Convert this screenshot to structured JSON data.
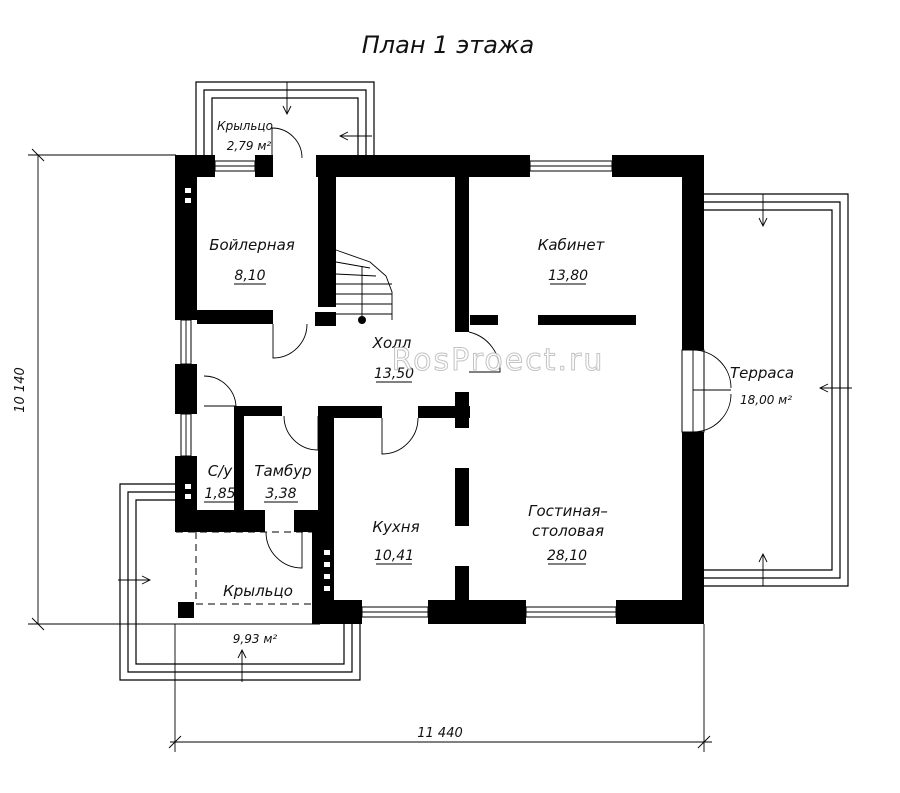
{
  "title": "План 1 этажа",
  "watermark": "RosProect.ru",
  "rooms": [
    {
      "id": "boiler",
      "name": "Бойлерная",
      "area": "8,10"
    },
    {
      "id": "hall",
      "name": "Холл",
      "area": "13,50"
    },
    {
      "id": "study",
      "name": "Кабинет",
      "area": "13,80"
    },
    {
      "id": "terrace",
      "name": "Терраса",
      "area": "18,00 м²"
    },
    {
      "id": "wc",
      "name": "С/у",
      "area": "1,85"
    },
    {
      "id": "vestibule",
      "name": "Тамбур",
      "area": "3,38"
    },
    {
      "id": "kitchen",
      "name": "Кухня",
      "area": "10,41"
    },
    {
      "id": "living",
      "name": "Гостиная–",
      "name2": "столовая",
      "area": "28,10"
    },
    {
      "id": "porch-top",
      "name": "Крыльцо",
      "area": "2,79 м²"
    },
    {
      "id": "porch-bottom",
      "name": "Крыльцо",
      "area": "9,93 м²"
    }
  ],
  "dimensions": {
    "width": "11 440",
    "height": "10 140"
  }
}
